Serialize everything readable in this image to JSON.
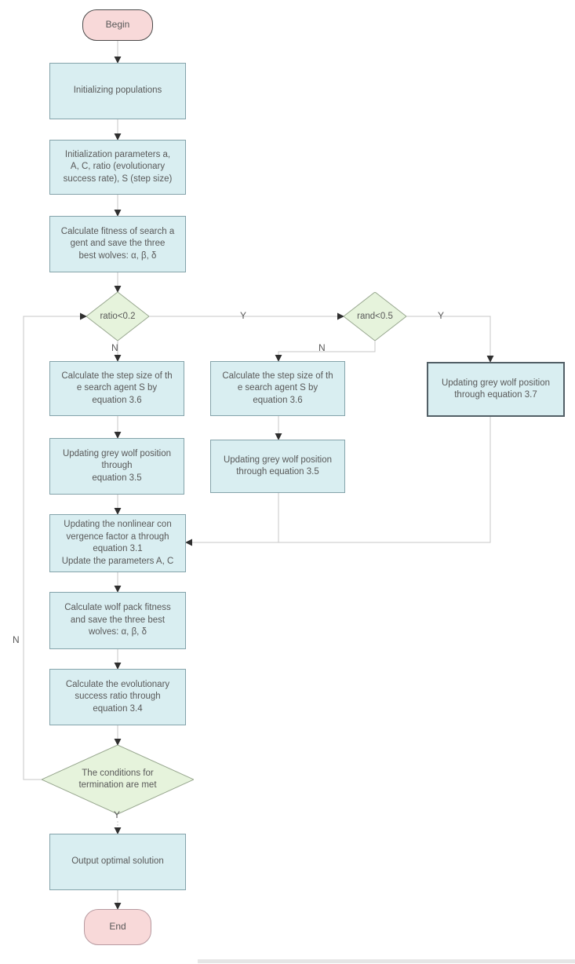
{
  "colors": {
    "process_fill": "#d9eef1",
    "process_border": "#84a3aa",
    "highlight_border": "#525f66",
    "decision_fill": "#e6f3dc",
    "decision_border": "#98a78f",
    "terminal_fill": "#f8d9d9",
    "begin_border": "#4a4a4a",
    "end_border": "#b79aa0",
    "connector": "#c7c7c7",
    "arrowhead": "#2f2f2f",
    "text": "#595959"
  },
  "nodes": {
    "begin": {
      "label": "Begin"
    },
    "init_populations": {
      "label": "Initializing populations"
    },
    "init_parameters": {
      "label": "Initialization parameters a,\nA, C, ratio (evolutionary\nsuccess rate), S (step size)"
    },
    "calc_fitness": {
      "label": "Calculate  fitness of search a\ngent and save the three\nbest  wolves: α, β, δ"
    },
    "ratio_decision": {
      "label": "ratio<0.2"
    },
    "rand_decision": {
      "label": "rand<0.5"
    },
    "step_size_left": {
      "label": "Calculate the step size of th\ne search agent S by\nequation 3.6"
    },
    "step_size_mid": {
      "label": "Calculate the step size of th\ne search agent S by\nequation 3.6"
    },
    "update_position_37": {
      "label": "Updating grey wolf position\nthrough equation 3.7"
    },
    "update_position_35_left": {
      "label": "Updating grey wolf position\nthrough\nequation 3.5"
    },
    "update_position_35_mid": {
      "label": "Updating grey wolf position\nthrough equation 3.5"
    },
    "update_factor": {
      "label": "Updating the nonlinear con\nvergence factor a through\nequation 3.1\nUpdate the parameters A, C"
    },
    "calc_pack_fitness": {
      "label": "Calculate wolf pack fitness\nand save the three best\nwolves: α, β, δ"
    },
    "calc_evo_ratio": {
      "label": "Calculate the evolutionary\nsuccess ratio through\nequation 3.4"
    },
    "termination_decision": {
      "label": "The conditions for\ntermination are met"
    },
    "output_solution": {
      "label": "Output optimal solution"
    },
    "end": {
      "label": "End"
    }
  },
  "edge_labels": {
    "ratio_yes": "Y",
    "ratio_no": "N",
    "rand_yes": "Y",
    "rand_no": "N",
    "termination_yes": "Y",
    "termination_no": "N"
  }
}
